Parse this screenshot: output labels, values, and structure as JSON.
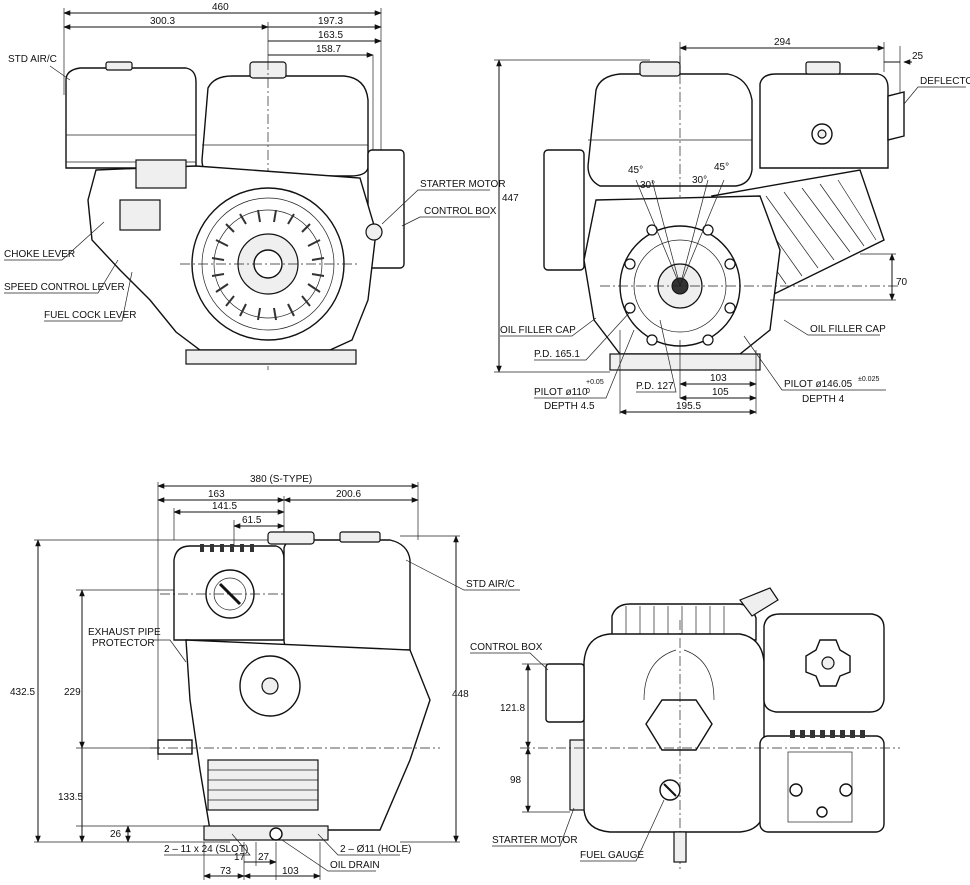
{
  "views": {
    "top_left": {
      "callouts": {
        "std_air_c": "STD AIR/C",
        "choke_lever": "CHOKE LEVER",
        "speed_control_lever": "SPEED CONTROL LEVER",
        "fuel_cock_lever": "FUEL COCK LEVER",
        "starter_motor": "STARTER MOTOR",
        "control_box": "CONTROL BOX"
      },
      "dimensions": {
        "overall_width": "460",
        "left_width": "300.3",
        "right_width": "197.3",
        "d163_5": "163.5",
        "d158_7": "158.7"
      }
    },
    "top_right": {
      "callouts": {
        "deflector": "DEFLECTOR",
        "oil_filler_cap_left": "OIL FILLER CAP",
        "oil_filler_cap_right": "OIL FILLER CAP",
        "pd_165": "P.D. 165.1",
        "pd_127": "P.D. 127",
        "pilot_110": "PILOT ø110",
        "pilot_110_tol_upper": "+0.05",
        "pilot_110_tol_lower": "0",
        "depth_4_5": "DEPTH 4.5",
        "pilot_146": "PILOT ø146.05",
        "pilot_146_tol": "±0.025",
        "depth_4": "DEPTH 4"
      },
      "dimensions": {
        "d294": "294",
        "d25": "25",
        "d447": "447",
        "d70": "70",
        "d103": "103",
        "d105": "105",
        "d195_5": "195.5",
        "angle_45_left": "45°",
        "angle_45_right": "45°",
        "angle_30_left": "30°",
        "angle_30_right": "30°"
      }
    },
    "bottom_left": {
      "callouts": {
        "exhaust_pipe_protector_1": "EXHAUST PIPE",
        "exhaust_pipe_protector_2": "PROTECTOR",
        "std_air_c": "STD AIR/C",
        "slot": "2 – 11 x 24 (SLOT)",
        "hole": "2 – Ø11 (HOLE)",
        "oil_drain": "OIL DRAIN"
      },
      "dimensions": {
        "d380": "380 (S-TYPE)",
        "d163": "163",
        "d200_6": "200.6",
        "d141_5": "141.5",
        "d61_5": "61.5",
        "d432_5": "432.5",
        "d229": "229",
        "d448": "448",
        "d133_5": "133.5",
        "d26": "26",
        "d17": "17",
        "d27": "27",
        "d73": "73",
        "d103": "103"
      }
    },
    "bottom_right": {
      "callouts": {
        "control_box": "CONTROL BOX",
        "starter_motor": "STARTER MOTOR",
        "fuel_gauge": "FUEL GAUGE"
      },
      "dimensions": {
        "d121_8": "121.8",
        "d98": "98"
      }
    }
  }
}
